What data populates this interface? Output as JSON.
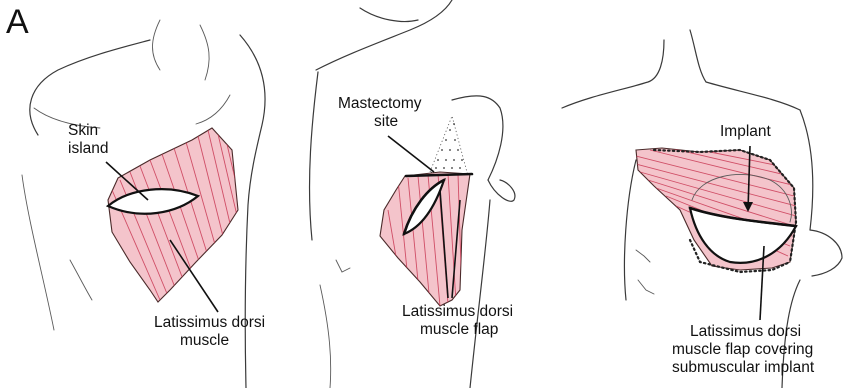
{
  "panel_letter": "A",
  "colors": {
    "muscle_fill": "#f4c4cb",
    "muscle_fiber": "#c93a55",
    "ink": "#111111"
  },
  "labels": {
    "skin_island": [
      "Skin",
      "island"
    ],
    "latissimus_muscle": [
      "Latissimus dorsi",
      "muscle"
    ],
    "mastectomy_site": [
      "Mastectomy",
      "site"
    ],
    "muscle_flap": [
      "Latissimus dorsi",
      "muscle flap"
    ],
    "implant": [
      "Implant"
    ],
    "flap_covering": [
      "Latissimus dorsi",
      "muscle flap covering",
      "submuscular implant"
    ]
  }
}
